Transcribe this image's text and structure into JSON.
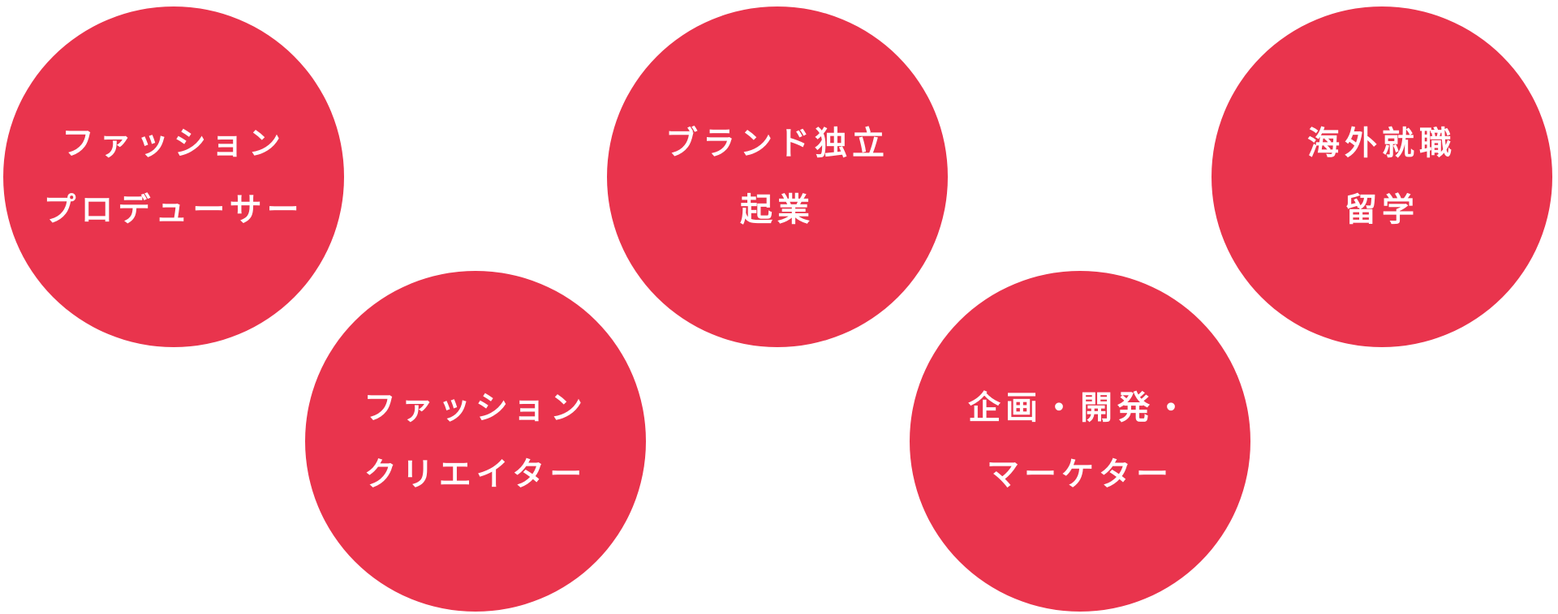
{
  "theme": {
    "circle_color": "#e9344d",
    "text_color": "#ffffff",
    "background": "#ffffff"
  },
  "careers": [
    {
      "line1": "ファッション",
      "line2": "プロデューサー"
    },
    {
      "line1": "ファッション",
      "line2": "クリエイター"
    },
    {
      "line1": "ブランド独立",
      "line2": "起業"
    },
    {
      "line1": "企画・開発・",
      "line2": "マーケター"
    },
    {
      "line1": "海外就職",
      "line2": "留学"
    }
  ]
}
